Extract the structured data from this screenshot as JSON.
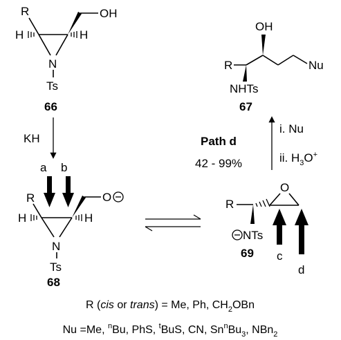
{
  "cmpd66": {
    "R": "R",
    "H_left": "H",
    "H_right": "H",
    "OH": "OH",
    "N": "N",
    "Ts": "Ts",
    "number": "66"
  },
  "step1": {
    "reagent": "KH",
    "site_a": "a",
    "site_b": "b"
  },
  "cmpd68": {
    "R": "R",
    "H_left": "H",
    "H_right": "H",
    "O": "O",
    "charge": "⊖",
    "N": "N",
    "Ts": "Ts",
    "number": "68"
  },
  "cmpd69": {
    "R": "R",
    "O": "O",
    "charge": "⊖",
    "NTs": "NTs",
    "number": "69",
    "site_c": "c",
    "site_d": "d"
  },
  "cmpd67": {
    "R": "R",
    "OH": "OH",
    "Nu": "Nu",
    "NHTs": "NHTs",
    "number": "67"
  },
  "path": {
    "name": "Path d",
    "yield": "42 - 99%",
    "step_i": "i. Nu",
    "step_ii": "ii. H",
    "h3o_sub": "3",
    "h3o_end": "O",
    "h3o_plus": "+"
  },
  "footer": {
    "r_prefix": "R (",
    "r_cis": "cis",
    "r_or": " or ",
    "r_trans": "trans",
    "r_values": ") = Me, Ph, CH",
    "r_sub": "2",
    "r_end": "OBn",
    "nu_prefix": "Nu =Me, ",
    "nu_sup_n1": "n",
    "nu_bu1": "Bu, PhS, ",
    "nu_sup_t": "t",
    "nu_bus": "BuS, CN, Sn",
    "nu_sup_n2": "n",
    "nu_bu3": "Bu",
    "nu_sub3": "3",
    "nu_nbn": ", NBn",
    "nu_sub2": "2"
  }
}
